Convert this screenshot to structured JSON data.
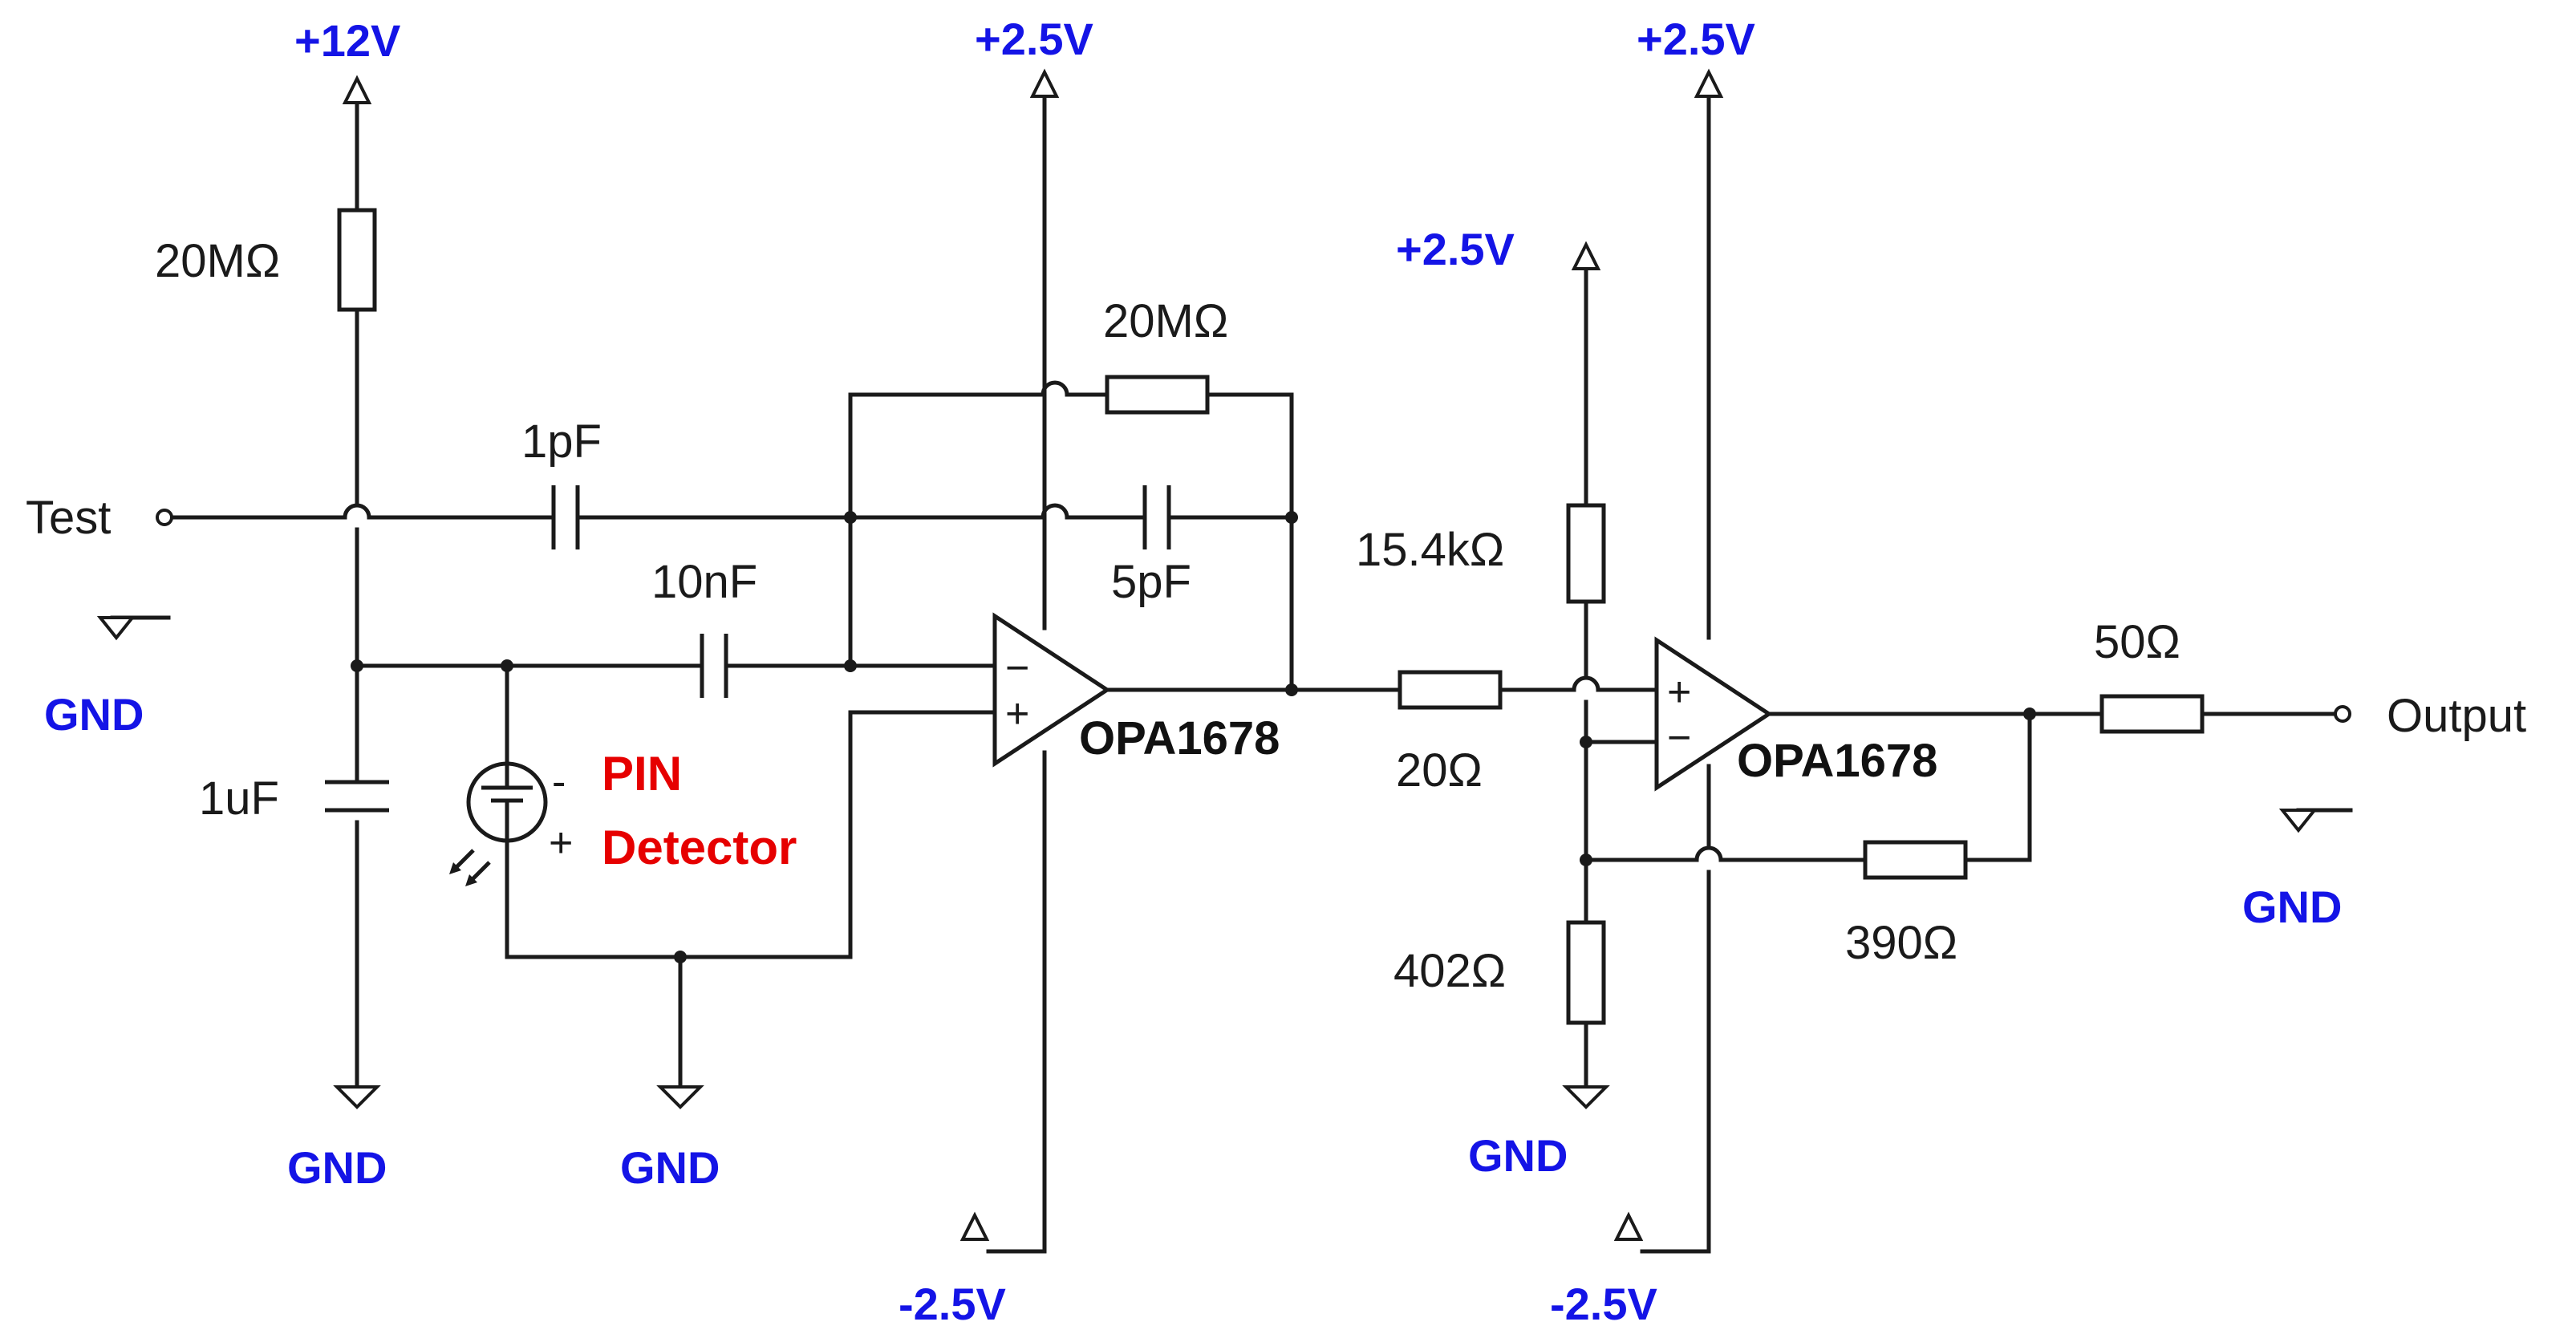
{
  "rails": {
    "plus12": "+12V",
    "plus25_a": "+2.5V",
    "plus25_b": "+2.5V",
    "plus25_c": "+2.5V",
    "minus25_a": "-2.5V",
    "minus25_b": "-2.5V",
    "gnd_left": "GND",
    "gnd_cap": "GND",
    "gnd_pin": "GND",
    "gnd_divider": "GND",
    "gnd_right": "GND"
  },
  "components": {
    "r_bias": "20MΩ",
    "c_test": "1pF",
    "c_coupling": "10nF",
    "c_bypass": "1uF",
    "r_feedback": "20MΩ",
    "c_feedback": "5pF",
    "r_series": "20Ω",
    "r_top_divider": "15.4kΩ",
    "r_bottom_divider": "402Ω",
    "r_gain": "390Ω",
    "r_output": "50Ω"
  },
  "terminals": {
    "test": "Test",
    "output": "Output"
  },
  "chips": {
    "amp1": "OPA1678",
    "amp2": "OPA1678"
  },
  "pin_symbols": {
    "minus": "−",
    "plus": "+"
  },
  "detector": {
    "line1": "PIN",
    "line2": "Detector",
    "cathode_sign": "-",
    "anode_sign": "+"
  },
  "colors": {
    "rail_label": "#1414e6",
    "detector_label": "#e60000",
    "wire": "#1a1a1a"
  }
}
